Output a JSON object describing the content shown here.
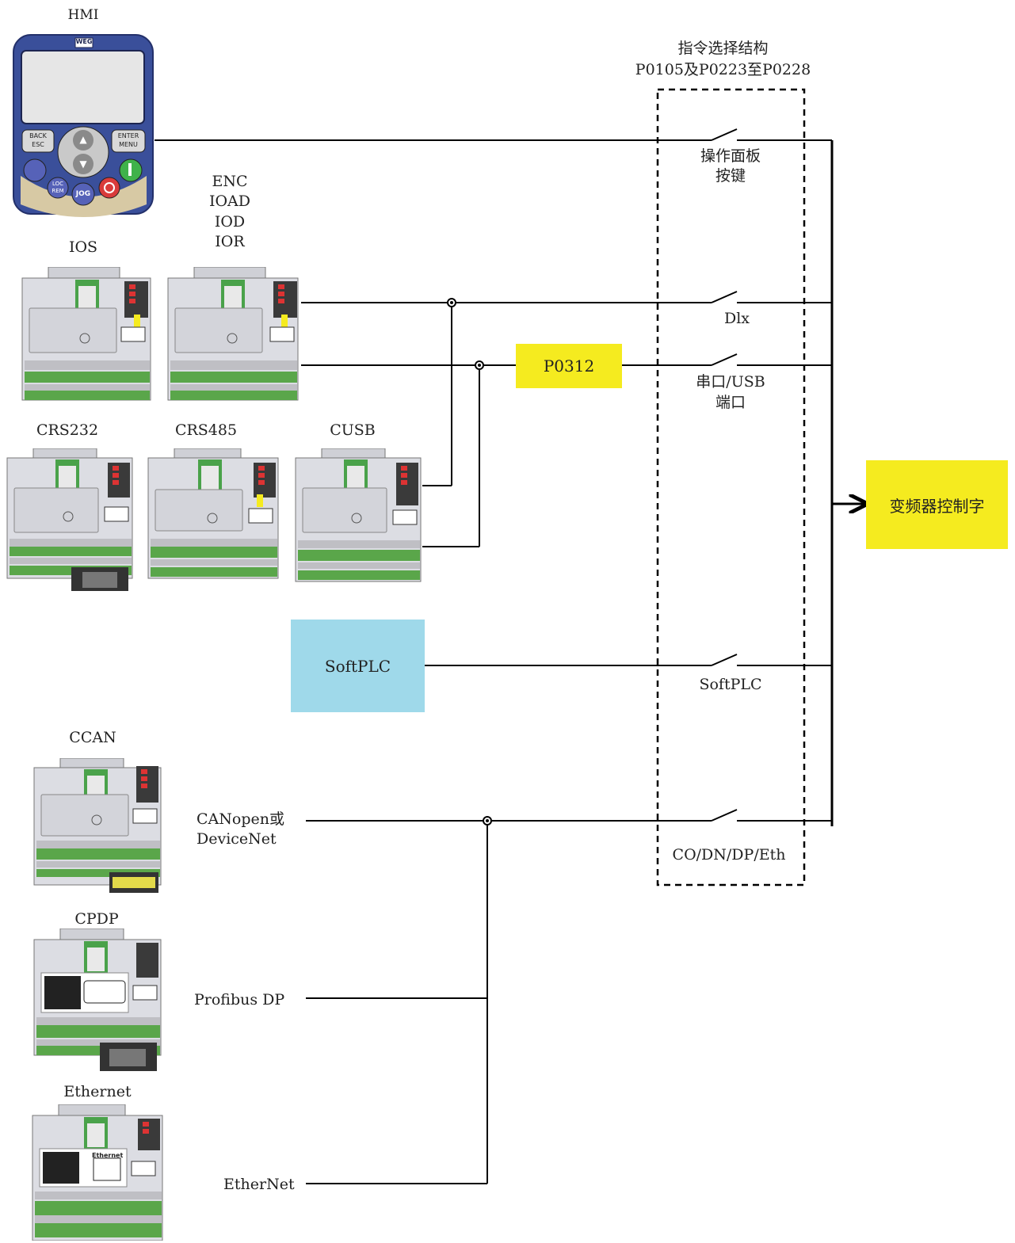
{
  "hmi": {
    "title": "HMI",
    "brand": "WEG",
    "keys": {
      "back_esc": "BACK ESC",
      "enter_menu": "ENTER MENU",
      "loc_rem": "LOC REM",
      "jog": "JOG",
      "up": "▲",
      "down": "▼"
    }
  },
  "modules": {
    "ios": "IOS",
    "enc_group": [
      "ENC",
      "IOAD",
      "IOD",
      "IOR"
    ],
    "crs232": "CRS232",
    "crs485": "CRS485",
    "cusb": "CUSB",
    "ccan": "CCAN",
    "cpdp": "CPDP",
    "ethernet": "Ethernet",
    "ethernet_port_label": "Ethernet"
  },
  "selection": {
    "title_line1": "指令选择结构",
    "title_line2": "P0105及P0223至P0228"
  },
  "switches": {
    "panel_keys_line1": "操作面板",
    "panel_keys_line2": "按键",
    "dix": "Dlx",
    "serial_usb_line1": "串口/USB",
    "serial_usb_line2": "端口",
    "softplc": "SoftPLC",
    "fieldbus": "CO/DN/DP/Eth"
  },
  "blocks": {
    "p0312": "P0312",
    "softplc": "SoftPLC",
    "control_word": "变频器控制字"
  },
  "bus_labels": {
    "canopen_line1": "CANopen或",
    "canopen_line2": "DeviceNet",
    "profibus": "Profibus DP",
    "ethernet": "EtherNet"
  },
  "colors": {
    "yellow_block": "#f5eb1f",
    "blue_block": "#9fd9ea",
    "hmi_body": "#3a4f9a",
    "module_body": "#dcdde3",
    "terminal_green": "#5aa64a"
  }
}
